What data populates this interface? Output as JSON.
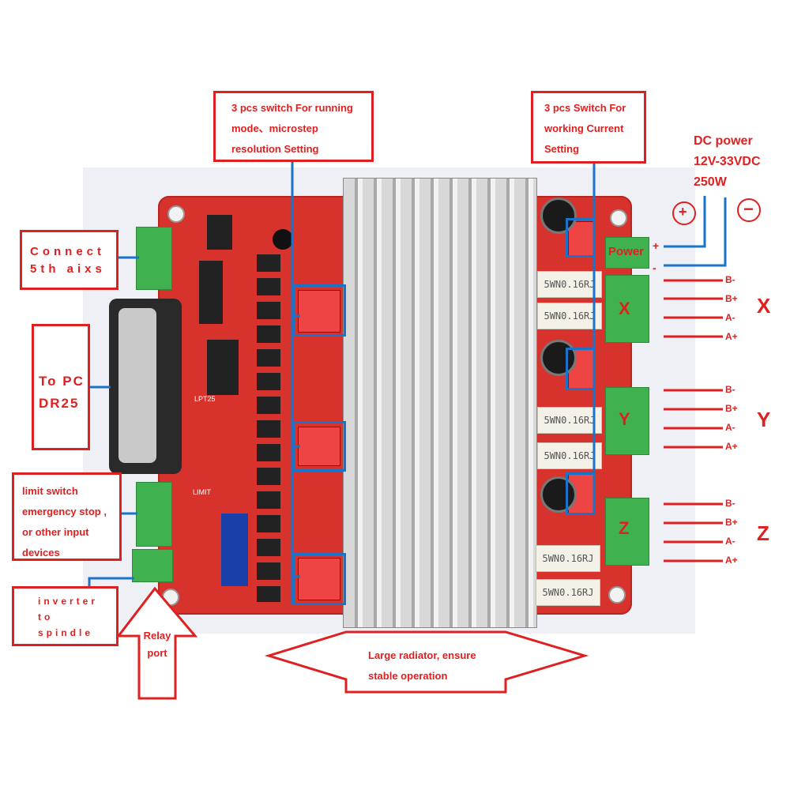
{
  "callouts": {
    "running_mode": [
      "3 pcs switch For running",
      "mode、microstep",
      "resolution Setting"
    ],
    "working_current": [
      "3 pcs Switch For",
      "working Current",
      "Setting"
    ],
    "dc_power": [
      "DC power",
      "12V-33VDC",
      "250W"
    ],
    "fifth_axis": [
      "Connect",
      "5th aixs"
    ],
    "to_pc": [
      "To PC",
      "DR25"
    ],
    "limit_switch": [
      "limit switch",
      "emergency stop ,",
      "or other input",
      "devices"
    ],
    "inverter": [
      "inverter",
      "to",
      "spindle"
    ],
    "relay": [
      "Relay",
      "port"
    ],
    "radiator": [
      "Large radiator, ensure",
      "stable operation"
    ]
  },
  "power_terminal": {
    "label": "Power",
    "plus": "+",
    "minus": "-"
  },
  "power_symbols": {
    "positive": "+",
    "negative": "−"
  },
  "pins": [
    "B-",
    "B+",
    "A-",
    "A+"
  ],
  "axes": [
    "X",
    "Y",
    "Z"
  ],
  "resistor_text": "5WN0.16RJ",
  "board_labels": {
    "lpt": "LPT25",
    "limit": "LIMIT"
  },
  "colors": {
    "callout_red": "#e02020",
    "board_red": "#d8322c",
    "wire_blue": "#1a73c8",
    "terminal_green": "#3fb24f"
  }
}
